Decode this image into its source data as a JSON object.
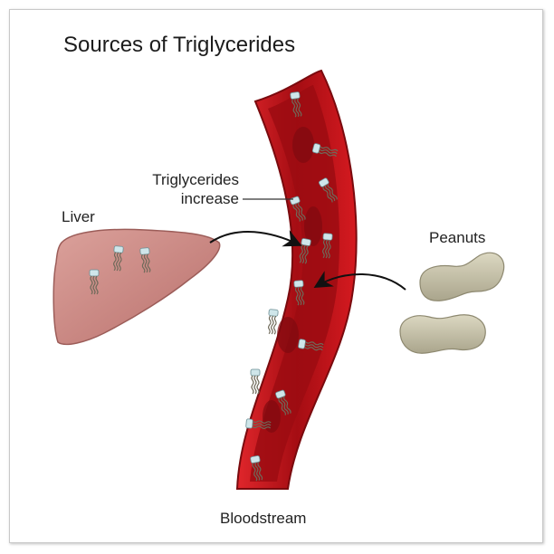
{
  "title": "Sources of Triglycerides",
  "labels": {
    "triglycerides_line1": "Triglycerides",
    "triglycerides_line2": "increase",
    "liver": "Liver",
    "peanuts": "Peanuts",
    "bloodstream": "Bloodstream"
  },
  "icons": {
    "liver": "liver-illustration",
    "peanuts": "peanut-illustration",
    "vessel": "blood-vessel-illustration",
    "molecule": "triglyceride-molecule-icon"
  },
  "colors": {
    "vessel_wall": "#c8111a",
    "vessel_inner": "#a70e14",
    "blood_cell": "#8f0b12",
    "liver": "#cf8f8a",
    "peanut": "#cbc6ae",
    "molecule": "#b9d4d8"
  }
}
